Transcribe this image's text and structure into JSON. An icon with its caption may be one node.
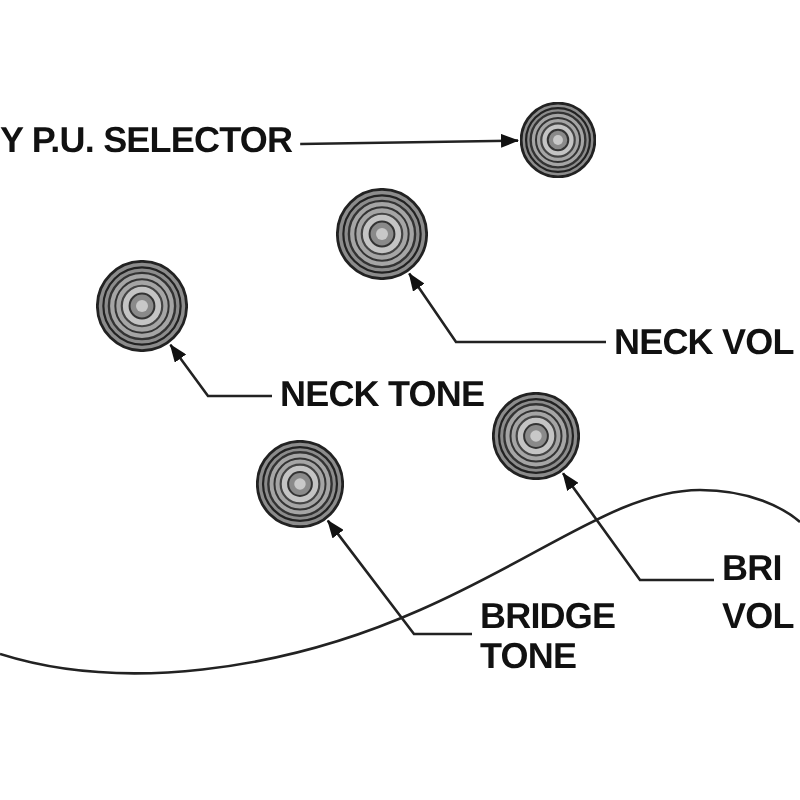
{
  "diagram": {
    "nodes": [
      {
        "text": [
          "Y P.U. SELECTOR"
        ]
      },
      {
        "text": [],
        "shape": "circle"
      },
      {
        "text": [],
        "shape": "circle"
      },
      {
        "text": [],
        "shape": "circle"
      },
      {
        "text": [
          "NECK VOL"
        ]
      },
      {
        "text": [
          "NECK TONE"
        ]
      },
      {
        "text": [],
        "shape": "circle"
      },
      {
        "text": [],
        "shape": "circle"
      },
      {
        "text": [
          "BRI VOL"
        ]
      },
      {
        "text": [
          "BRIDGE TONE"
        ]
      }
    ],
    "edges": [
      {
        "from": 0,
        "to": 1,
        "arrow": "to"
      },
      {
        "from": 4,
        "to": 2,
        "arrow": "to"
      },
      {
        "from": 5,
        "to": 3,
        "arrow": "to"
      },
      {
        "from": 8,
        "to": 6,
        "arrow": "to"
      },
      {
        "from": 9,
        "to": 7,
        "arrow": "to"
      }
    ]
  }
}
